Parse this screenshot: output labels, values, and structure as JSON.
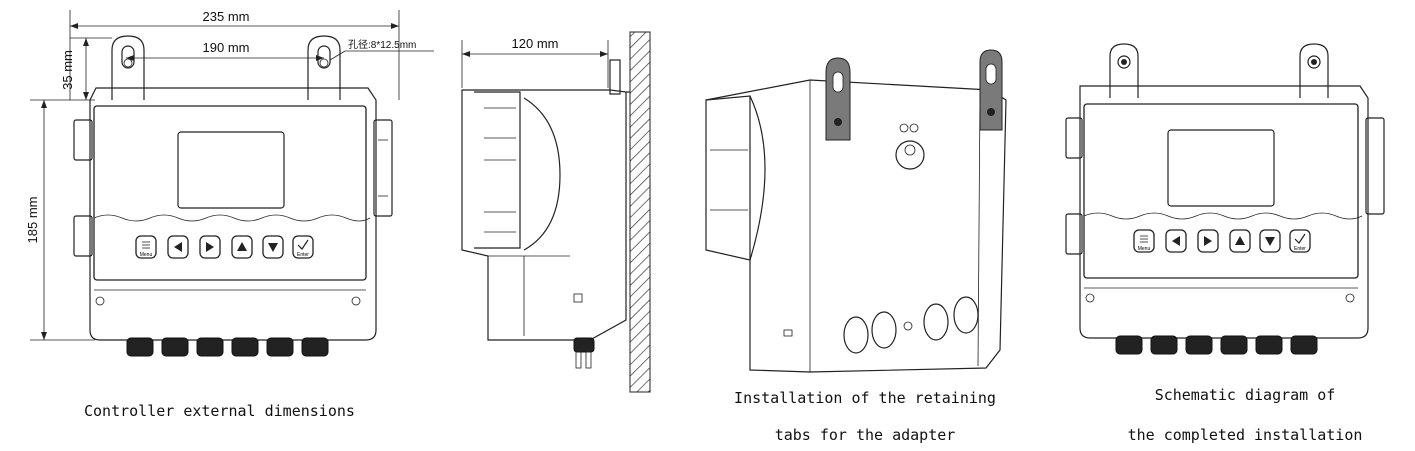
{
  "dimensions": {
    "width_overall": "235 mm",
    "hole_spacing": "190 mm",
    "hole_size": "孔径:8*12.5mm",
    "tab_height": "35 mm",
    "height_body": "185 mm",
    "depth": "120 mm"
  },
  "keypad": {
    "menu_label": "Menu",
    "enter_label": "Enter"
  },
  "captions": {
    "front_dimensions": "Controller external dimensions",
    "tabs_line1": "Installation of the retaining",
    "tabs_line2": "tabs for the adapter",
    "completed_line1": "Schematic diagram of",
    "completed_line2": "the completed installation"
  },
  "colors": {
    "line": "#222222",
    "tab_gray": "#7a7a7a",
    "gland": "#222222",
    "hatch": "#333333"
  }
}
